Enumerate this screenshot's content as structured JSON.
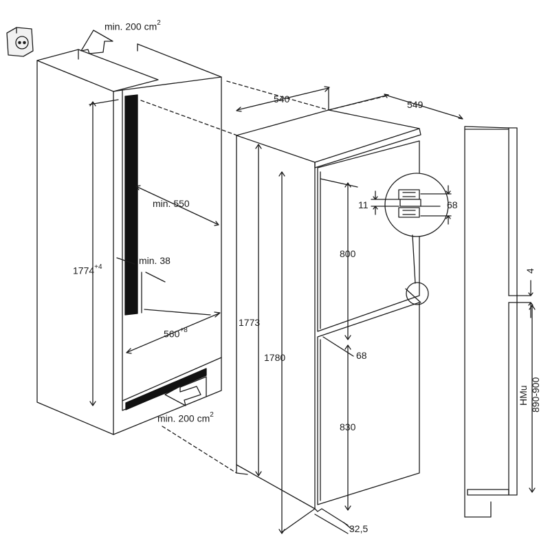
{
  "cabinet": {
    "ventilation_top": "min. 200 cm",
    "ventilation_top_sup": "2",
    "ventilation_bottom": "min. 200 cm",
    "ventilation_bottom_sup": "2",
    "height": "1774",
    "height_tolerance": "+4",
    "depth": "min. 550",
    "side_gap": "min. 38",
    "width": "560",
    "width_tolerance": "+8"
  },
  "appliance": {
    "width": "540",
    "depth": "549",
    "body_height": "1773",
    "overall_height": "1780",
    "upper_door": "800",
    "door_gap": "68",
    "lower_door": "830",
    "foot": "32,5",
    "hinge_gap_left": "11",
    "hinge_gap_right": "68"
  },
  "side_section": {
    "gap": "4",
    "label": "HMu",
    "range": "890-900"
  }
}
